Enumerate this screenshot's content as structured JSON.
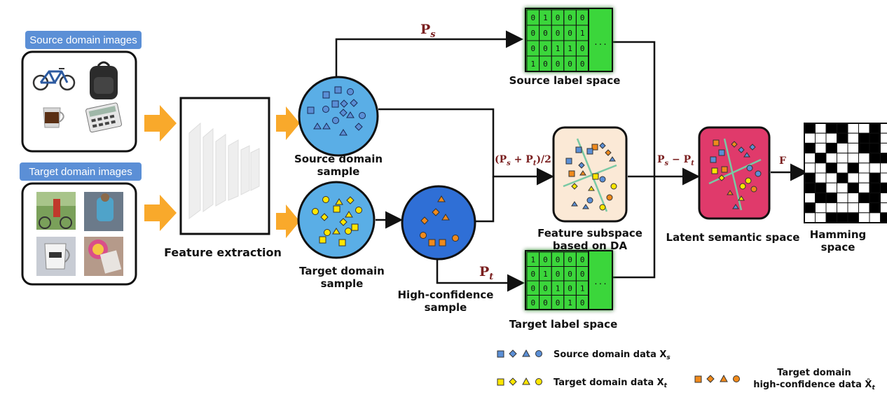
{
  "source_panel": {
    "title": "Source domain images",
    "items": [
      "bicycle",
      "backpack",
      "mug",
      "calculator"
    ]
  },
  "target_panel": {
    "title": "Target domain images",
    "items": [
      "bicycle",
      "backpack",
      "mug",
      "calculator"
    ]
  },
  "feature_extraction": {
    "label": "Feature extraction"
  },
  "source_sample": {
    "label_line1": "Source  domain",
    "label_line2": "sample"
  },
  "target_sample": {
    "label_line1": "Target  domain",
    "label_line2": "sample"
  },
  "high_conf_sample": {
    "label_line1": "High-confidence",
    "label_line2": "sample"
  },
  "source_label_space": {
    "label": "Source label space",
    "rows": [
      [
        "0",
        "1",
        "0",
        "0",
        "0"
      ],
      [
        "0",
        "0",
        "0",
        "0",
        "1"
      ],
      [
        "0",
        "0",
        "1",
        "1",
        "0"
      ],
      [
        "1",
        "0",
        "0",
        "0",
        "0"
      ]
    ],
    "ellipsis": "..."
  },
  "target_label_space": {
    "label": "Target label space",
    "rows": [
      [
        "1",
        "0",
        "0",
        "0",
        "0"
      ],
      [
        "0",
        "1",
        "0",
        "0",
        "0"
      ],
      [
        "0",
        "0",
        "1",
        "0",
        "1"
      ],
      [
        "0",
        "0",
        "0",
        "1",
        "0"
      ]
    ],
    "ellipsis": "..."
  },
  "feature_subspace": {
    "label_line1": "Feature subspace",
    "label_line2": "based on DA"
  },
  "latent_space": {
    "label": "Latent semantic space"
  },
  "hamming_space": {
    "label_line1": "Hamming",
    "label_line2": "space"
  },
  "math": {
    "ps": "P",
    "ps_sub": "s",
    "pt": "P",
    "pt_sub": "t",
    "avg": "(P",
    "avg_s": "s",
    "avg_mid": " + P",
    "avg_t": "t",
    "avg_end": ")/2",
    "diff": "P",
    "diff_s": "s",
    "diff_mid": " − P",
    "diff_t": "t",
    "f": "F"
  },
  "legend": {
    "source_data": "Source domain data X",
    "source_sub": "s",
    "target_data": "Target domain data X",
    "target_sub": "t",
    "hc_line1": "Target domain",
    "hc_line2": "high-confidence data X̂",
    "hc_sub": "t"
  },
  "colors": {
    "source_marker": "#5b8fd6",
    "target_marker": "#ffe600",
    "hc_marker": "#f08a1c",
    "arrow_orange": "#f9a92b",
    "label_green": "#3ad63a",
    "source_circle": "#5aaee6",
    "hc_circle": "#2f6fd6",
    "subspace_fill": "#fbe9d6",
    "latent_fill": "#e03a6b",
    "tag_blue": "#5b8fd6"
  },
  "hamming_grid": [
    [
      1,
      0,
      1,
      1,
      0,
      0,
      1,
      0
    ],
    [
      0,
      0,
      0,
      1,
      0,
      1,
      1,
      0
    ],
    [
      1,
      0,
      1,
      0,
      0,
      1,
      1,
      0
    ],
    [
      0,
      1,
      0,
      0,
      0,
      0,
      1,
      1
    ],
    [
      0,
      0,
      1,
      0,
      1,
      0,
      0,
      0
    ],
    [
      1,
      0,
      0,
      1,
      0,
      0,
      1,
      0
    ],
    [
      1,
      1,
      0,
      0,
      1,
      0,
      1,
      1
    ],
    [
      0,
      1,
      1,
      0,
      0,
      1,
      1,
      0
    ],
    [
      1,
      0,
      0,
      0,
      0,
      0,
      1,
      0
    ],
    [
      0,
      0,
      1,
      1,
      1,
      0,
      0,
      1
    ]
  ]
}
